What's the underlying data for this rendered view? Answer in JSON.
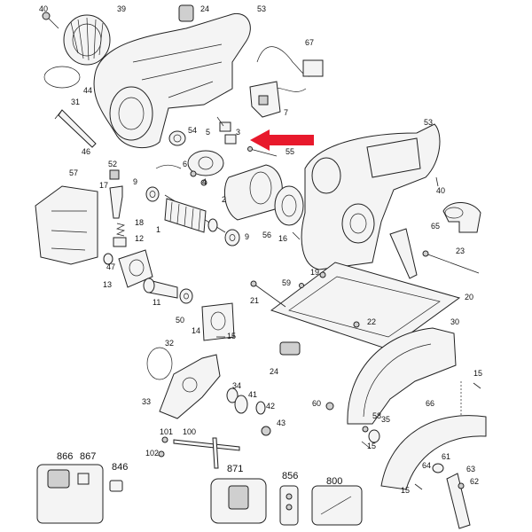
{
  "labels": [
    {
      "key": "p40a",
      "text": "40"
    },
    {
      "key": "p39",
      "text": "39"
    },
    {
      "key": "p24a",
      "text": "24"
    },
    {
      "key": "p53a",
      "text": "53"
    },
    {
      "key": "p67",
      "text": "67"
    },
    {
      "key": "p44",
      "text": "44"
    },
    {
      "key": "p31",
      "text": "31"
    },
    {
      "key": "p46",
      "text": "46"
    },
    {
      "key": "p54",
      "text": "54"
    },
    {
      "key": "p5",
      "text": "5"
    },
    {
      "key": "p3",
      "text": "3"
    },
    {
      "key": "p55",
      "text": "55"
    },
    {
      "key": "p7",
      "text": "7"
    },
    {
      "key": "p53b",
      "text": "53"
    },
    {
      "key": "p52",
      "text": "52"
    },
    {
      "key": "p57",
      "text": "57"
    },
    {
      "key": "p6",
      "text": "6"
    },
    {
      "key": "p4",
      "text": "4"
    },
    {
      "key": "p9a",
      "text": "9"
    },
    {
      "key": "p17",
      "text": "17"
    },
    {
      "key": "p2",
      "text": "2"
    },
    {
      "key": "p40b",
      "text": "40"
    },
    {
      "key": "p18",
      "text": "18"
    },
    {
      "key": "p1",
      "text": "1"
    },
    {
      "key": "p65",
      "text": "65"
    },
    {
      "key": "p56",
      "text": "56"
    },
    {
      "key": "p16",
      "text": "16"
    },
    {
      "key": "p12",
      "text": "12"
    },
    {
      "key": "p9b",
      "text": "9"
    },
    {
      "key": "p47",
      "text": "47"
    },
    {
      "key": "p23",
      "text": "23"
    },
    {
      "key": "p19",
      "text": "19"
    },
    {
      "key": "p13",
      "text": "13"
    },
    {
      "key": "p59",
      "text": "59"
    },
    {
      "key": "p20",
      "text": "20"
    },
    {
      "key": "p21",
      "text": "21"
    },
    {
      "key": "p11",
      "text": "11"
    },
    {
      "key": "p50",
      "text": "50"
    },
    {
      "key": "p22",
      "text": "22"
    },
    {
      "key": "p14",
      "text": "14"
    },
    {
      "key": "p15a",
      "text": "15"
    },
    {
      "key": "p30",
      "text": "30"
    },
    {
      "key": "p32",
      "text": "32"
    },
    {
      "key": "p24b",
      "text": "24"
    },
    {
      "key": "p15b",
      "text": "15"
    },
    {
      "key": "p34",
      "text": "34"
    },
    {
      "key": "p33",
      "text": "33"
    },
    {
      "key": "p41",
      "text": "41"
    },
    {
      "key": "p42",
      "text": "42"
    },
    {
      "key": "p43",
      "text": "43"
    },
    {
      "key": "p60",
      "text": "60"
    },
    {
      "key": "p58",
      "text": "58"
    },
    {
      "key": "p35",
      "text": "35"
    },
    {
      "key": "p66",
      "text": "66"
    },
    {
      "key": "p15c",
      "text": "15"
    },
    {
      "key": "p101",
      "text": "101"
    },
    {
      "key": "p100",
      "text": "100"
    },
    {
      "key": "p102",
      "text": "102"
    },
    {
      "key": "p866",
      "text": "866"
    },
    {
      "key": "p867",
      "text": "867"
    },
    {
      "key": "p846",
      "text": "846"
    },
    {
      "key": "p871",
      "text": "871"
    },
    {
      "key": "p856",
      "text": "856"
    },
    {
      "key": "p800",
      "text": "800"
    },
    {
      "key": "p64",
      "text": "64"
    },
    {
      "key": "p61",
      "text": "61"
    },
    {
      "key": "p63",
      "text": "63"
    },
    {
      "key": "p62",
      "text": "62"
    },
    {
      "key": "p15d",
      "text": "15"
    }
  ],
  "colors": {
    "arrow": "#e8192c",
    "line": "#222222",
    "fill": "#f4f4f4"
  }
}
